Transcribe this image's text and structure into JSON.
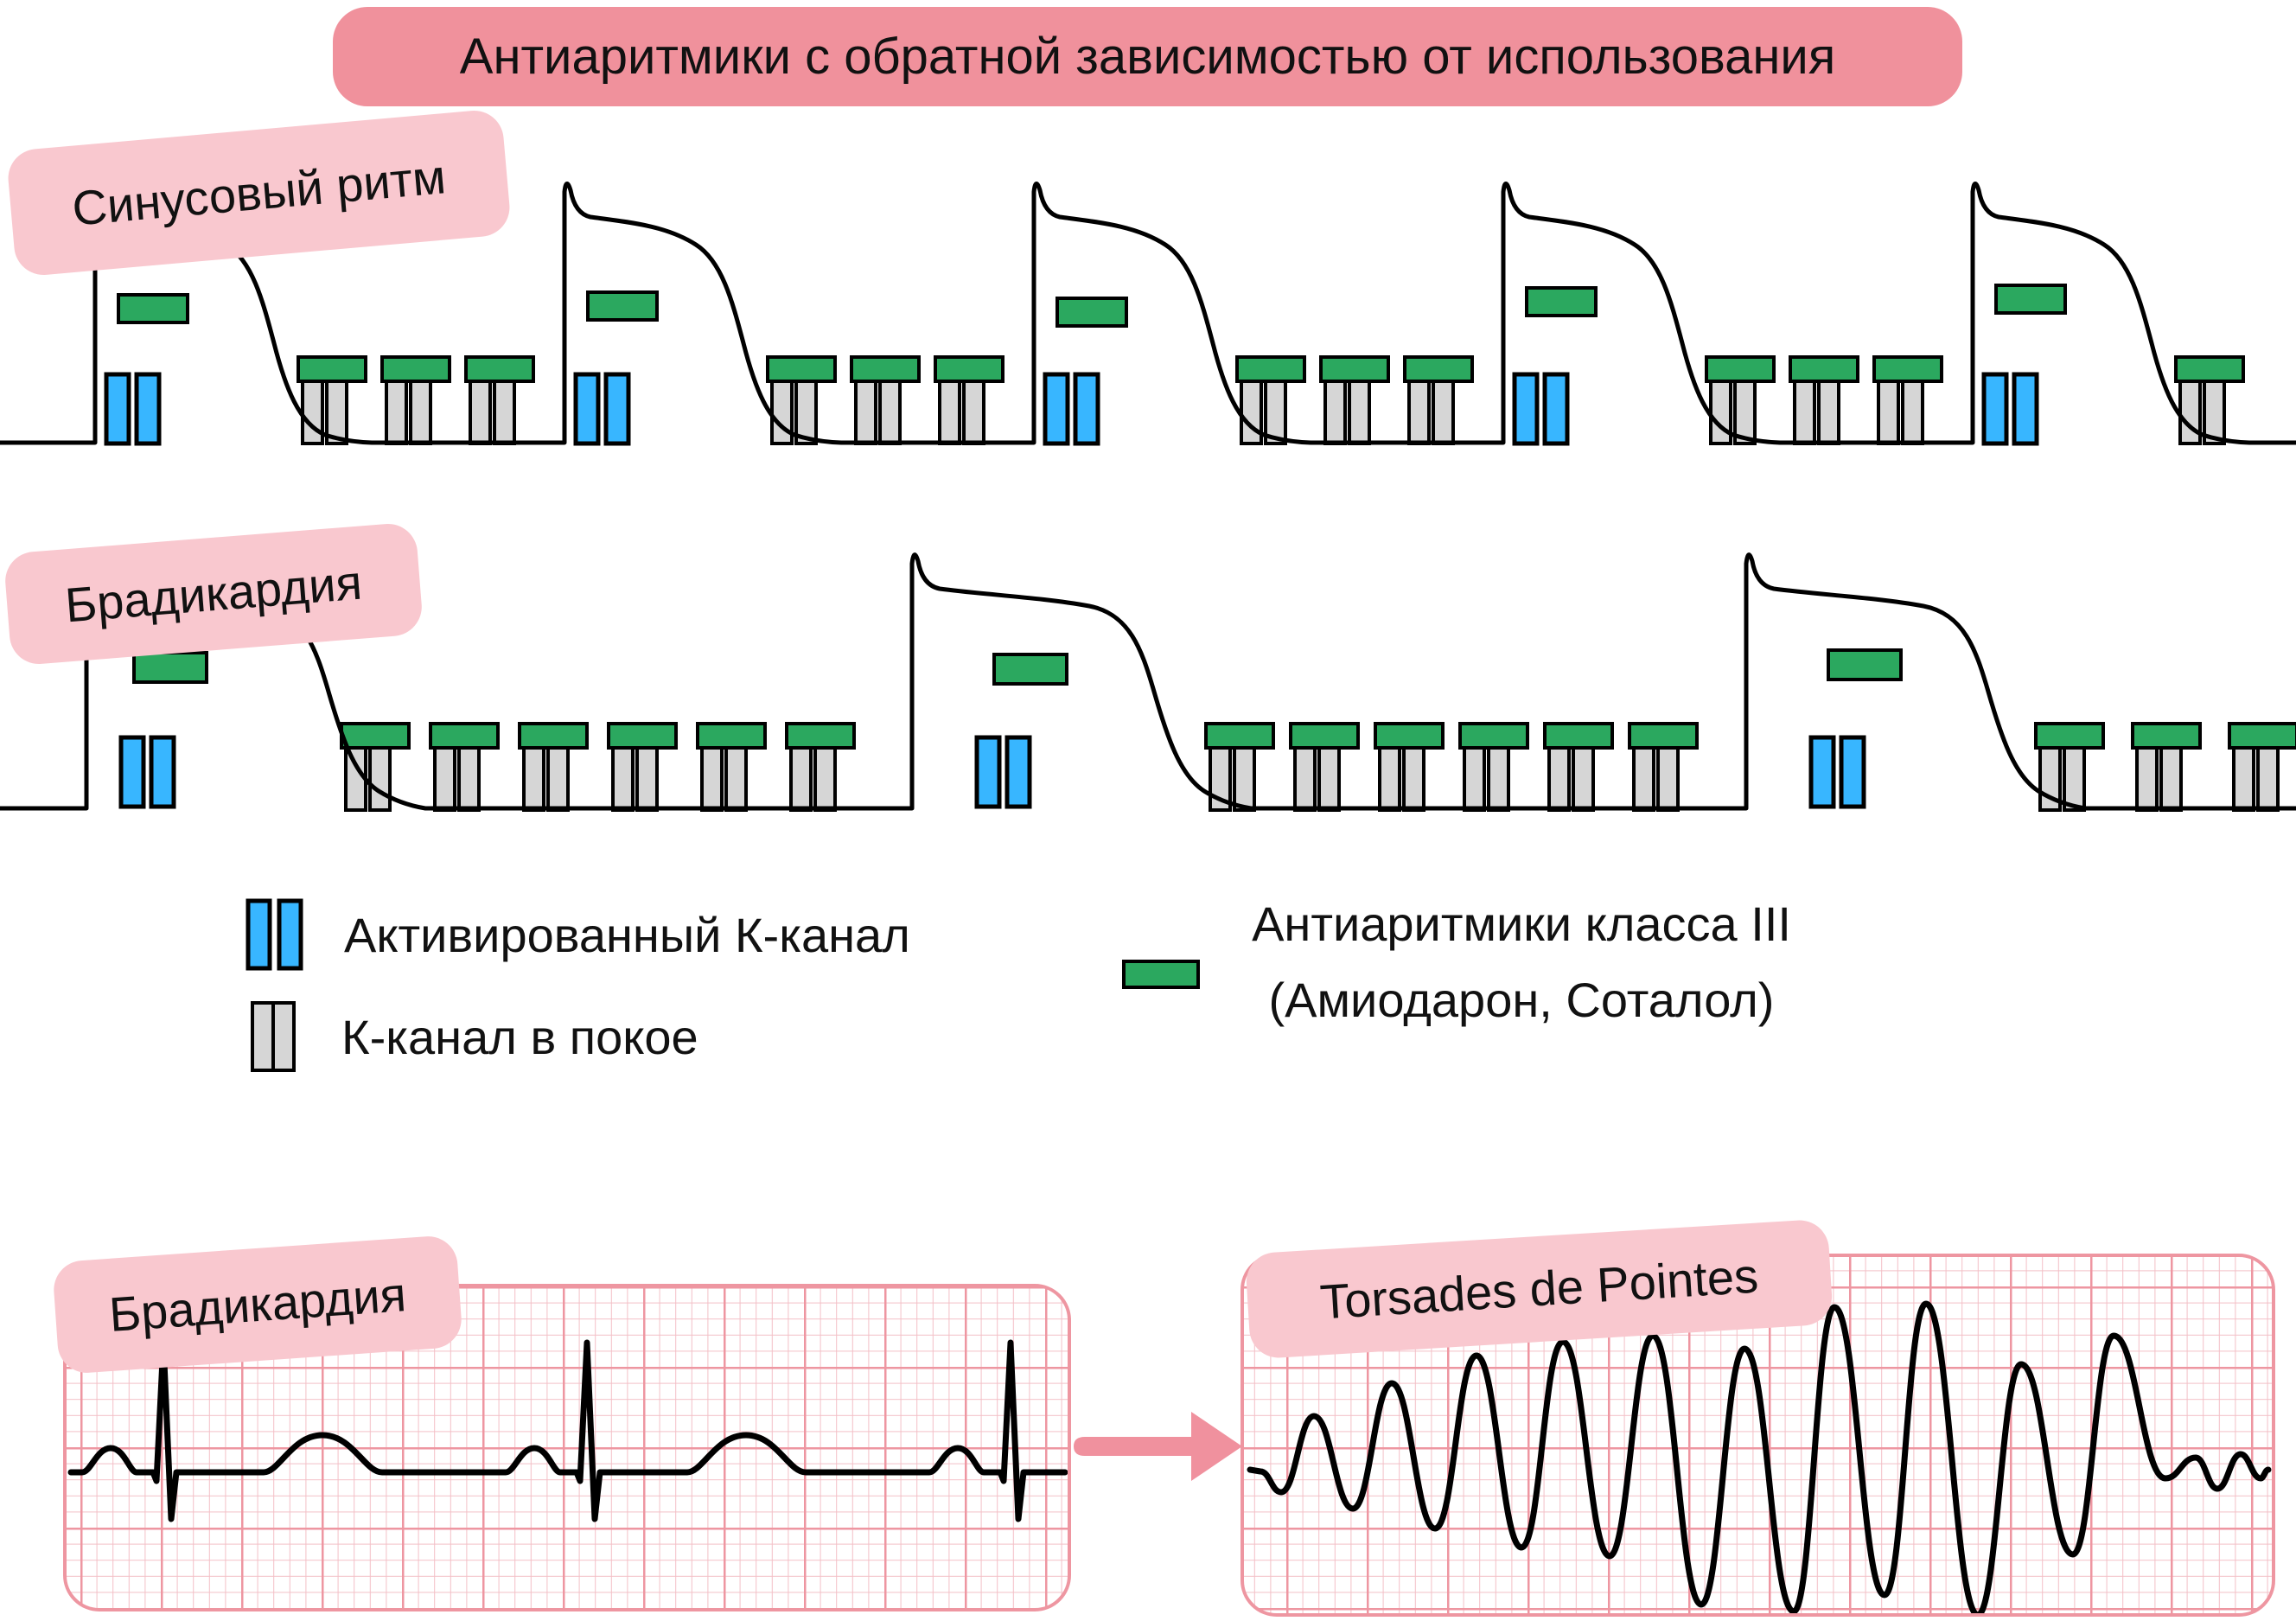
{
  "title": "Антиаритмики с обратной зависимостью от использования",
  "rows": {
    "sinus": {
      "label": "Синусовый ритм",
      "action_potentials": 5,
      "resting_channels_per_pause": 3,
      "activated_channels_per_ap": 1,
      "drug_bars_per_ap": 1
    },
    "brady": {
      "label": "Брадикардия",
      "action_potentials": 3,
      "resting_channels_per_pause": 6,
      "activated_channels_per_ap": 1,
      "drug_bars_per_ap": 1
    }
  },
  "legend": {
    "activated": "Активированный К-канал",
    "resting": "К-канал в покое",
    "class3_line1": "Антиаритмики класса III",
    "class3_line2": "(Амиодарон, Соталол)"
  },
  "ecg": {
    "left_label": "Брадикардия",
    "left_beats": 3,
    "right_label": "Torsades de Pointes"
  },
  "colors": {
    "title_box": "#f0919c",
    "label_box": "#f9c8cf",
    "activated_channel": "#38b6ff",
    "resting_channel": "#d6d6d6",
    "drug_green": "#2ba85f",
    "ecg_grid_minor": "#f3bfc6",
    "ecg_grid_major": "#ee96a1",
    "arrow": "#f0919e",
    "trace": "#000000"
  }
}
